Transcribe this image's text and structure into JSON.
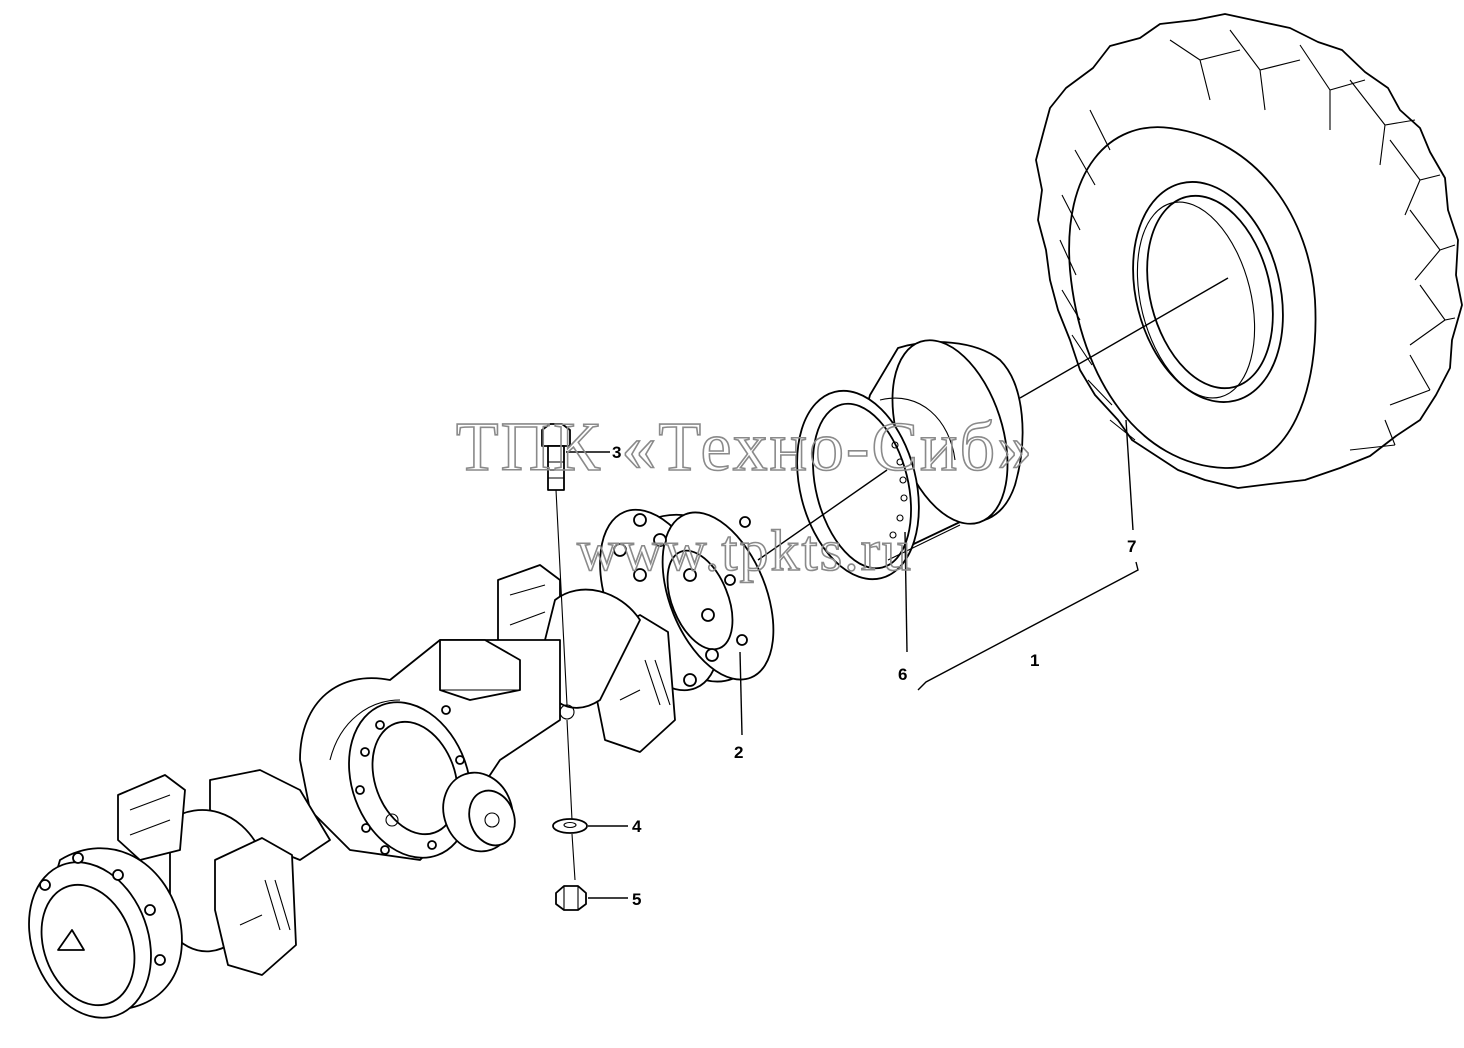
{
  "callouts": {
    "c1": "1",
    "c2": "2",
    "c3": "3",
    "c4": "4",
    "c5": "5",
    "c6": "6",
    "c7": "7"
  },
  "watermark": {
    "line1": "ТПК «Техно-Сиб»",
    "line2": "www.tpkts.ru"
  }
}
